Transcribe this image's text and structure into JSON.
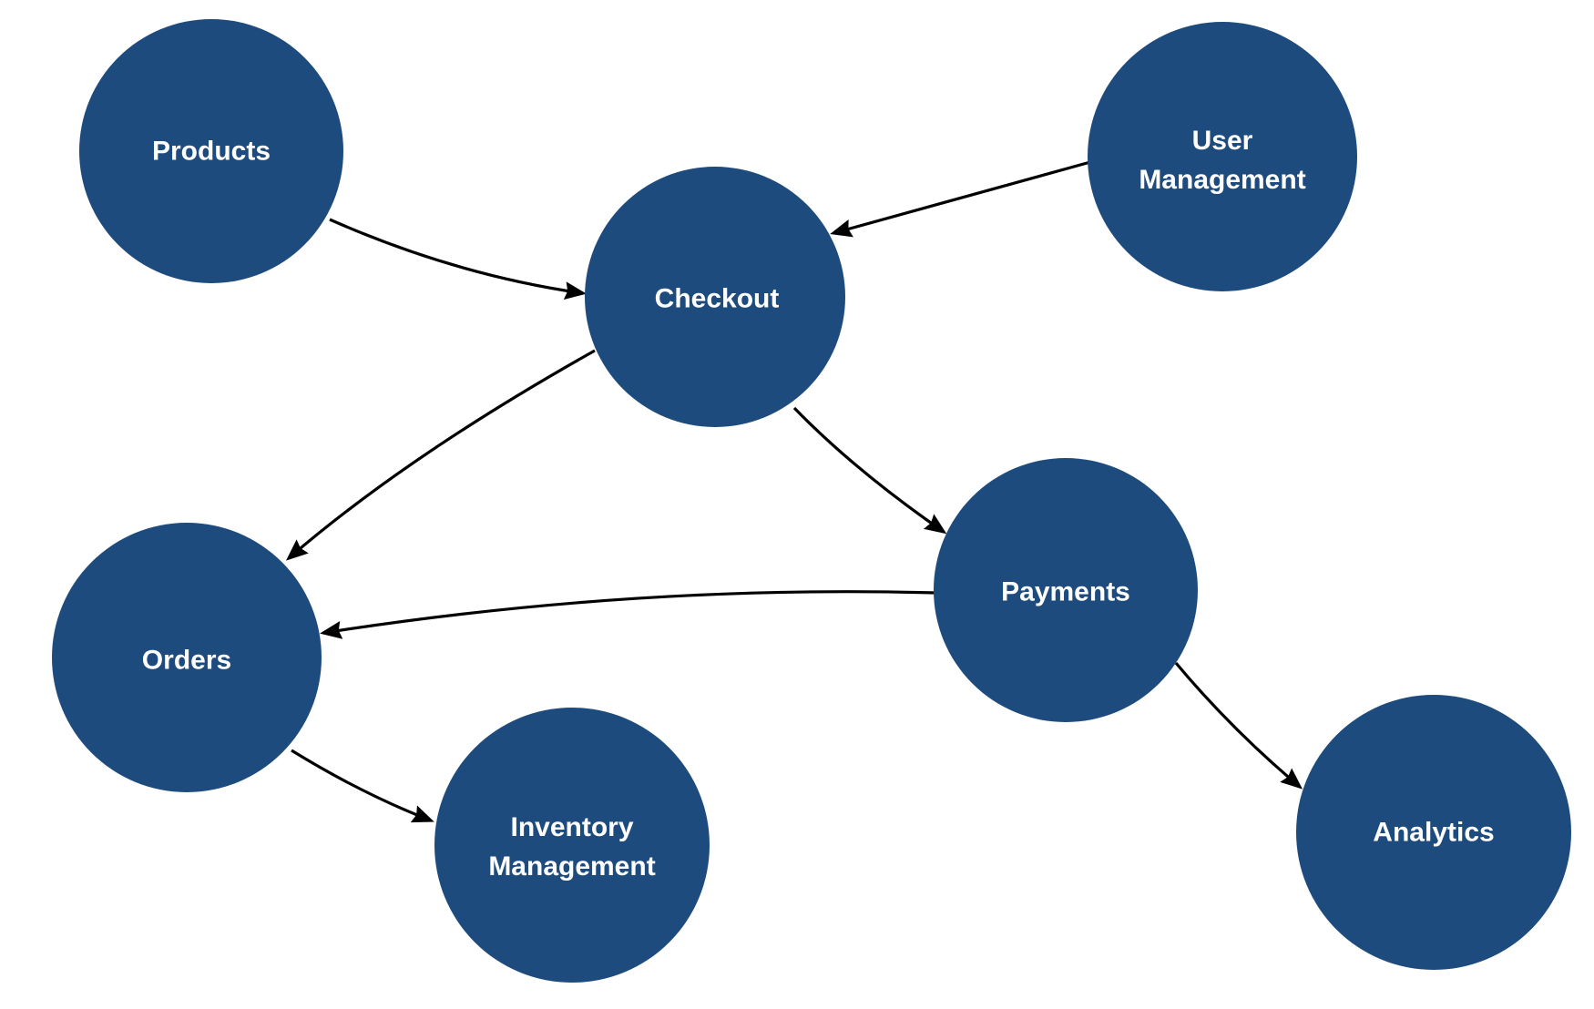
{
  "diagram": {
    "type": "directed-graph",
    "colors": {
      "node_fill": "#1e4b7d",
      "label_text": "#ffffff",
      "edge_stroke": "#000000",
      "background": "#ffffff"
    },
    "nodes": {
      "products": {
        "label": "Products",
        "lines": [
          "Products"
        ]
      },
      "user_management": {
        "label": "User Management",
        "lines": [
          "User",
          "Management"
        ]
      },
      "checkout": {
        "label": "Checkout",
        "lines": [
          "Checkout"
        ]
      },
      "orders": {
        "label": "Orders",
        "lines": [
          "Orders"
        ]
      },
      "payments": {
        "label": "Payments",
        "lines": [
          "Payments"
        ]
      },
      "inventory_management": {
        "label": "Inventory Management",
        "lines": [
          "Inventory",
          "Management"
        ]
      },
      "analytics": {
        "label": "Analytics",
        "lines": [
          "Analytics"
        ]
      }
    },
    "edges": [
      {
        "from": "products",
        "to": "checkout"
      },
      {
        "from": "user_management",
        "to": "checkout"
      },
      {
        "from": "checkout",
        "to": "payments"
      },
      {
        "from": "checkout",
        "to": "orders"
      },
      {
        "from": "payments",
        "to": "orders"
      },
      {
        "from": "orders",
        "to": "inventory_management"
      },
      {
        "from": "payments",
        "to": "analytics"
      }
    ]
  }
}
